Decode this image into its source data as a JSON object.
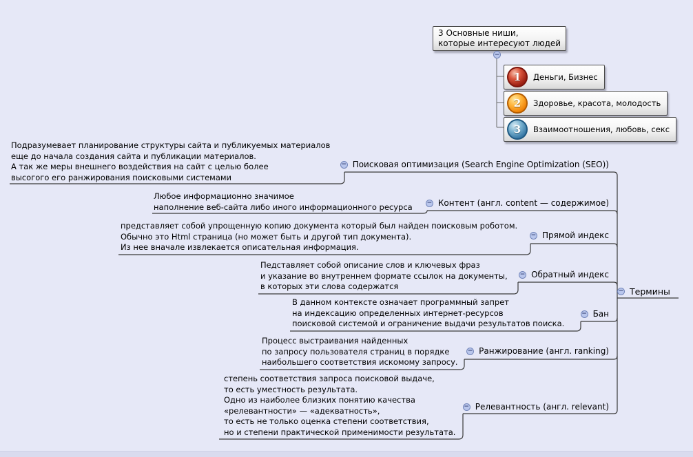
{
  "icons": {
    "collapse_glyph": "−"
  },
  "colors": {
    "background": "#e6e8f7",
    "branch_line": "#3a3a3a",
    "tree_connector": "#6b6b6b",
    "collapse_fill": "#b9c6ec",
    "collapse_border": "#7386ba",
    "sphere_red": "#a02315",
    "sphere_orange": "#ef8206",
    "sphere_blue": "#3878a5"
  },
  "niches": {
    "title": "3 Основные ниши,\nкоторые интересуют людей",
    "items": [
      {
        "num": "1",
        "label": "Деньги, Бизнес"
      },
      {
        "num": "2",
        "label": "Здоровье, красота, молодость"
      },
      {
        "num": "3",
        "label": "Взаимоотношения, любовь, секс"
      }
    ]
  },
  "terms_root": {
    "label": "Термины"
  },
  "terms": [
    {
      "label": "Поисковая оптимизация (Search Engine Optimization (SEO))",
      "desc": "Подразумевает планирование структуры сайта и публикуемых материалов\nеще до начала создания сайта и публикации материалов.\nА так же меры внешнего воздействия на сайт с целью более\nвысогого его ранжирования поисковыми системами"
    },
    {
      "label": "Контент (англ. content — содержимое)",
      "desc": "Любое информационно значимое\nнаполнение веб-сайта либо иного информационного ресурса"
    },
    {
      "label": "Прямой индекс",
      "desc": "представляет собой упрощенную копию документа который был найден поисковым роботом.\nОбычно это Html страница (но может быть и другой тип документа).\nИз нее вначале извлекается описательная информация."
    },
    {
      "label": "Обратный индекс",
      "desc": "Педставляет собой описание слов и ключевых фраз\nи указание во внутреннем формате ссылок на документы,\nв которых эти слова содержатся"
    },
    {
      "label": "Бан",
      "desc": "В данном контексте означает программный запрет\nна индексацию определенных интернет-ресурсов\nпоисковой системой и ограничение выдачи результатов поиска."
    },
    {
      "label": "Ранжирование (англ. ranking)",
      "desc": "Процесс выстраивания найденных\nпо запросу пользователя страниц в порядке\nнаибольшего соответствия искомому запросу."
    },
    {
      "label": "Релевантность (англ. relevant)",
      "desc": "степень соответствия запроса поисковой выдаче,\nто есть уместность результата.\nОдно из наиболее близких понятию качества\n«релевантности» — «адекватность»,\nто есть не только оценка степени соответствия,\nно и степени практической применимости результата."
    }
  ]
}
